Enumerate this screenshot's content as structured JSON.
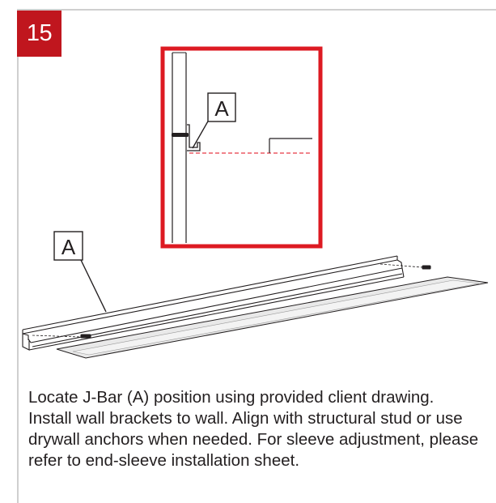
{
  "step": {
    "number": "15",
    "accent_color": "#c0161e"
  },
  "callouts": {
    "detail_label": "A",
    "main_label": "A"
  },
  "detail_view": {
    "border_color": "#dd1a22",
    "level_line_color": "#e63946"
  },
  "instructions": {
    "text": "Locate J-Bar (A) position using provided client drawing. Install wall brackets to wall. Align with structural stud or use drywall anchors when needed. For sleeve adjustment, please refer to end-sleeve installation sheet."
  }
}
